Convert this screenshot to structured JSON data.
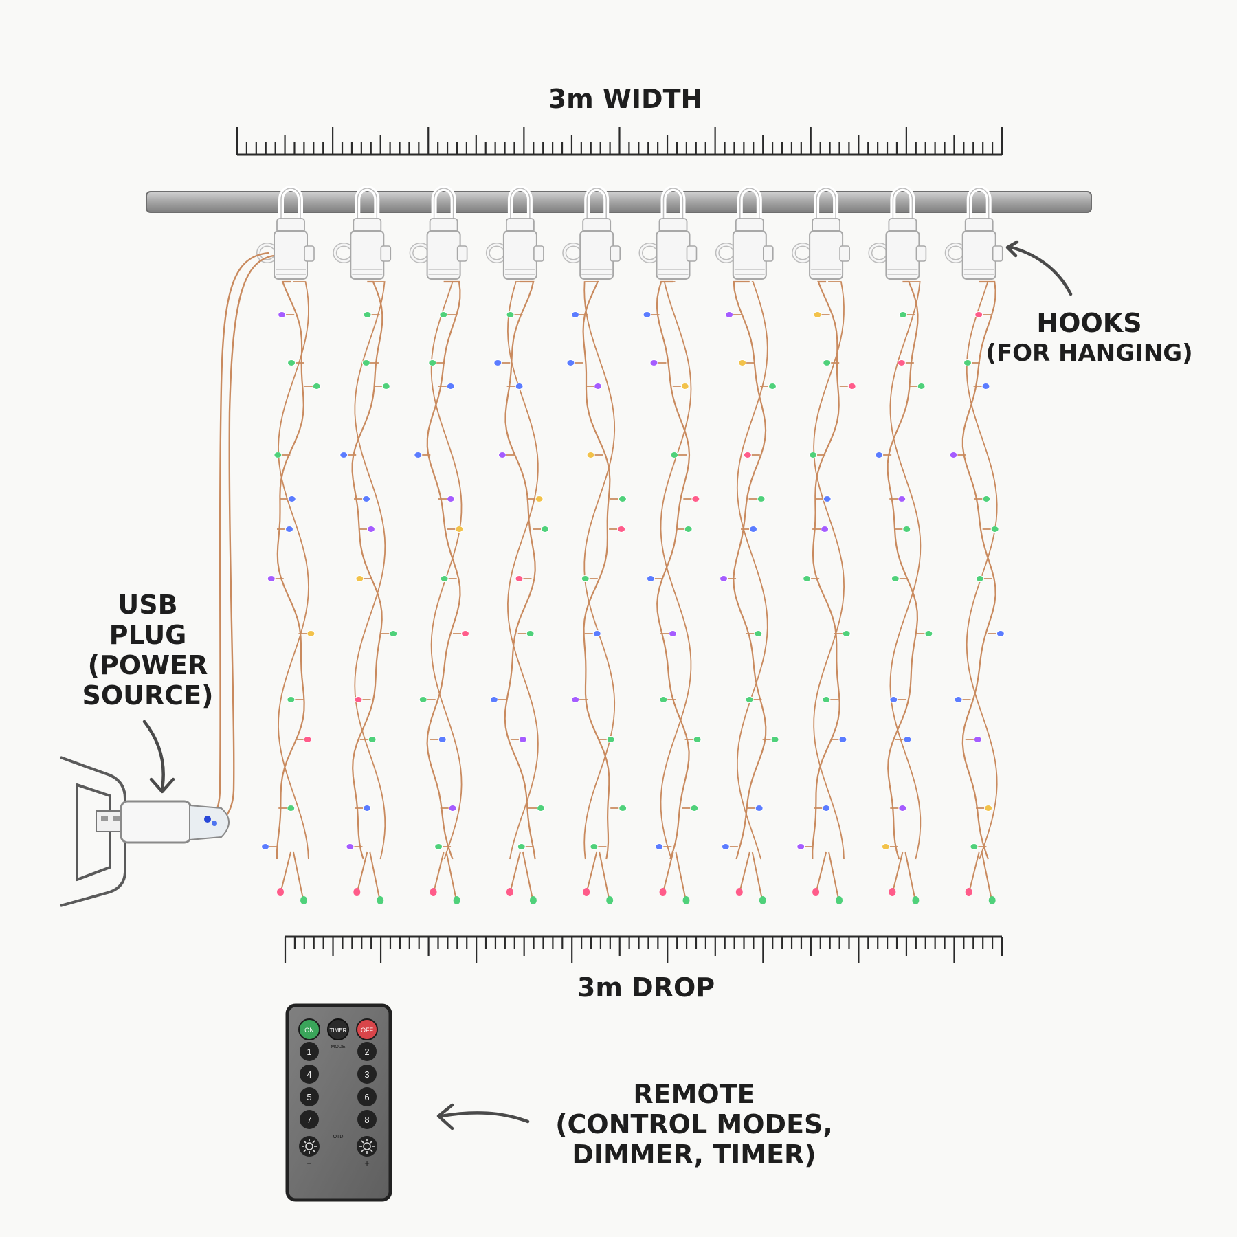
{
  "labels": {
    "width": "3m WIDTH",
    "drop": "3m DROP",
    "hooks": [
      "HOOKS",
      "(FOR HANGING)"
    ],
    "usb": [
      "USB",
      "PLUG",
      "(POWER",
      "SOURCE)"
    ],
    "remote": [
      "REMOTE",
      "(CONTROL MODES,",
      "DIMMER, TIMER)"
    ]
  },
  "remote": {
    "on": "ON",
    "timer": "TIMER",
    "off": "OFF",
    "mode": "MODE",
    "otd": "OTD",
    "minus": "−",
    "plus": "+",
    "numbers": [
      "1",
      "2",
      "4",
      "3",
      "5",
      "6",
      "7",
      "8"
    ]
  },
  "colors": {
    "wire": "#c98a5e",
    "rod": "#b4b4b4",
    "ink": "#1e1e1e",
    "arrow": "#4a4a4a",
    "led_purple": "#a55cff",
    "led_green": "#4fd17a",
    "led_blue": "#5b7cff",
    "led_yellow": "#f2c24a",
    "led_pink": "#ff5c8a",
    "remote_body": "#6f6f6f",
    "on_button": "#3aa55a",
    "off_button": "#d8454a"
  },
  "icons": [
    "hook-icon",
    "led-bulb-icon",
    "usb-plug-icon",
    "arrow-icon",
    "sun-icon",
    "wall-socket-icon"
  ]
}
